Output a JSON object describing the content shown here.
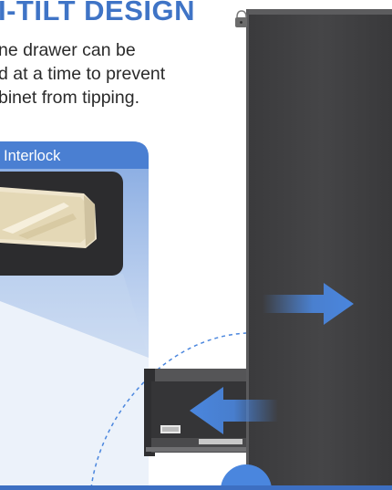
{
  "headline": "I-TILT DESIGN",
  "description_lines": [
    "ne drawer can be",
    "d at a time to prevent",
    "binet from tipping."
  ],
  "callout_label": "Interlock",
  "colors": {
    "accent_blue": "#3f74c6",
    "cabinet": "#3d3d3f",
    "callout_dark": "#2c2c2e",
    "arrow_blue": "#4a86de"
  },
  "icons": [
    "arrow-right-icon",
    "arrow-left-icon",
    "padlock-icon"
  ]
}
